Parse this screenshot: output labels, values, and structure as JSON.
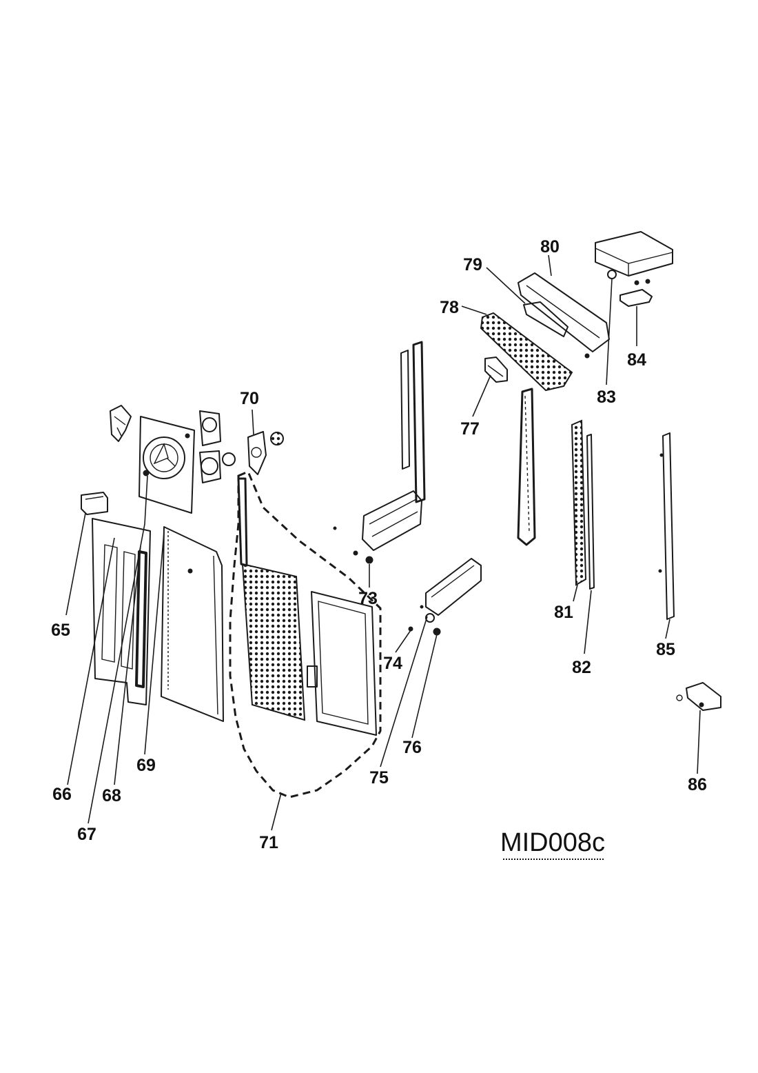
{
  "diagram": {
    "code": "MID008c",
    "callouts": [
      "65",
      "66",
      "67",
      "68",
      "69",
      "70",
      "71",
      "73",
      "74",
      "75",
      "76",
      "77",
      "78",
      "79",
      "80",
      "81",
      "82",
      "83",
      "84",
      "85",
      "86"
    ]
  }
}
